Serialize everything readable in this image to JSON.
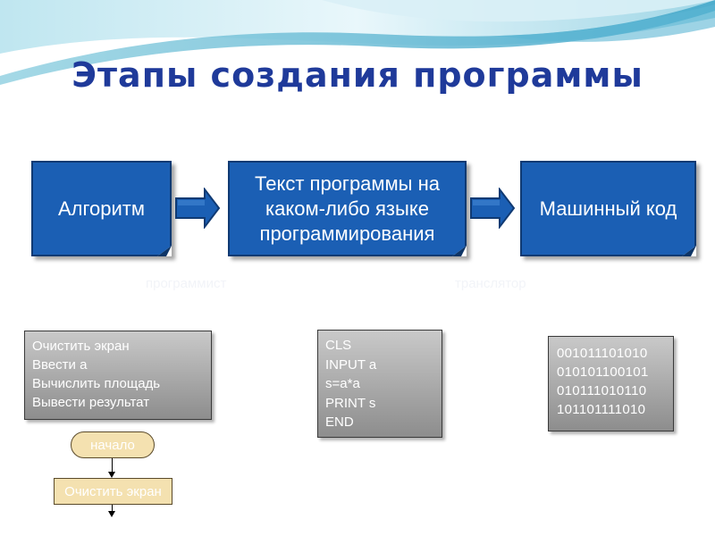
{
  "title": "Этапы создания программы",
  "stages": [
    {
      "label": "Алгоритм"
    },
    {
      "label": "Текст программы на каком-либо языке  программирования"
    },
    {
      "label": "Машинный код"
    }
  ],
  "transitions": [
    {
      "label": "программист"
    },
    {
      "label": "транслятор"
    }
  ],
  "algorithm_example": {
    "lines": [
      "Очистить экран",
      "Ввести а",
      "Вычислить площадь",
      "Вывести результат"
    ]
  },
  "code_example": {
    "lines": [
      "CLS",
      "INPUT a",
      "s=a*a",
      "PRINT s",
      "END"
    ]
  },
  "machine_example": {
    "lines": [
      "001011101010",
      "010101100101",
      "010111010110",
      "101101111010"
    ]
  },
  "flowchart": {
    "start": "начало",
    "step": "Очистить экран"
  },
  "colors": {
    "title": "#1f3a9a",
    "stage_fill": "#1b5fb4",
    "stage_border": "#103a73",
    "arrow_fill": "#1b5fb4",
    "flow_fill": "#f4e1b0"
  }
}
